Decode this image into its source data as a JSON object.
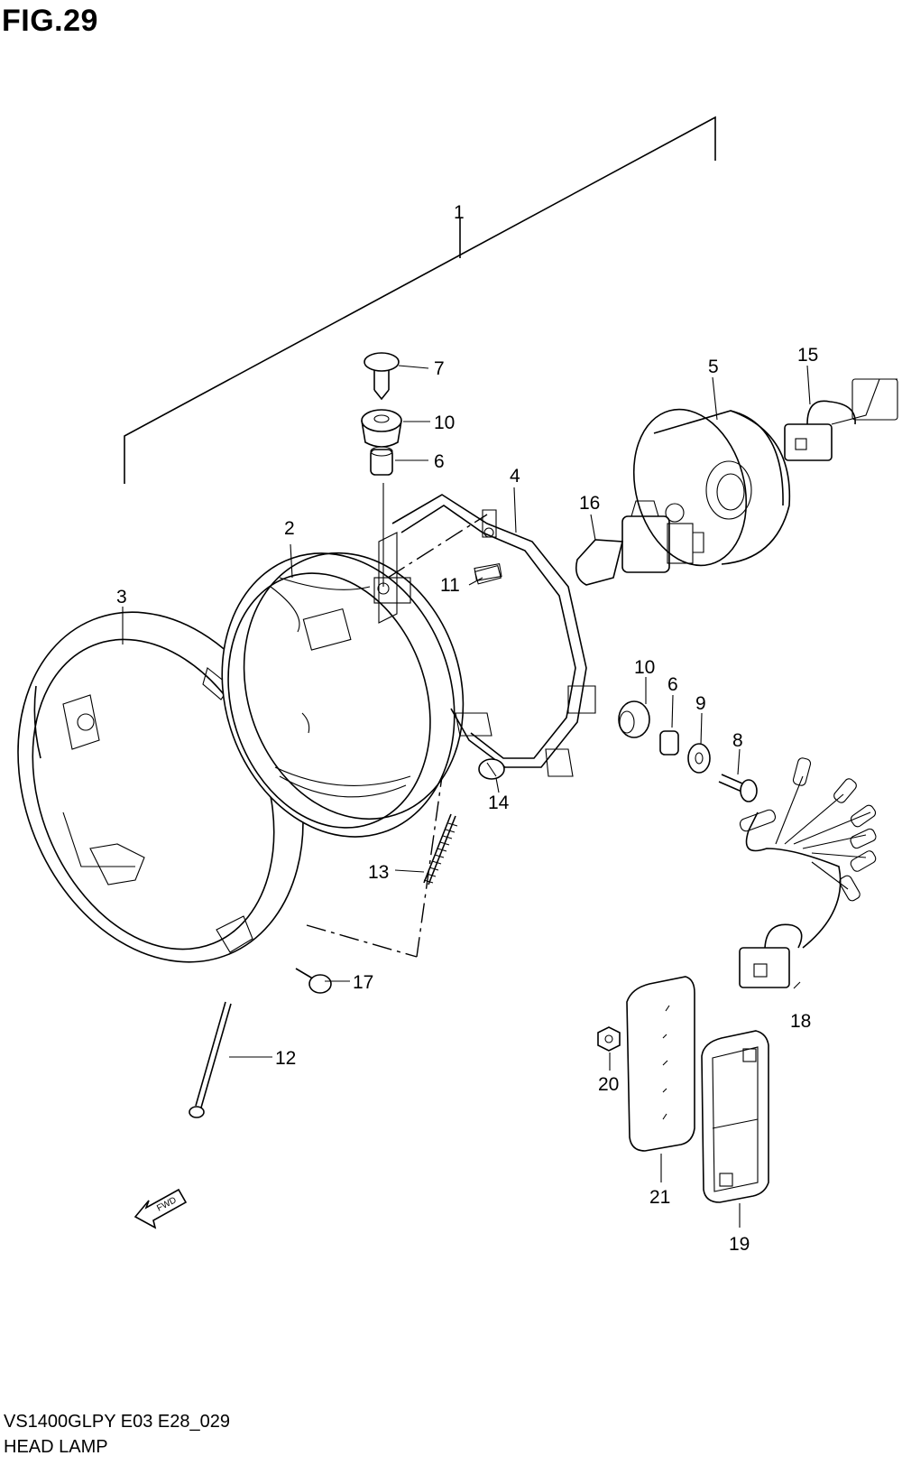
{
  "header": {
    "figure_label": "FIG.29"
  },
  "footer": {
    "model_code": "VS1400GLPY E03 E28_029",
    "caption": "HEAD LAMP"
  },
  "fwd_arrow": {
    "label": "FWD"
  },
  "callouts": [
    "1",
    "2",
    "3",
    "4",
    "5",
    "6",
    "7",
    "8",
    "9",
    "10",
    "10",
    "11",
    "12",
    "13",
    "14",
    "15",
    "16",
    "17",
    "18",
    "19",
    "20",
    "21",
    "6"
  ]
}
